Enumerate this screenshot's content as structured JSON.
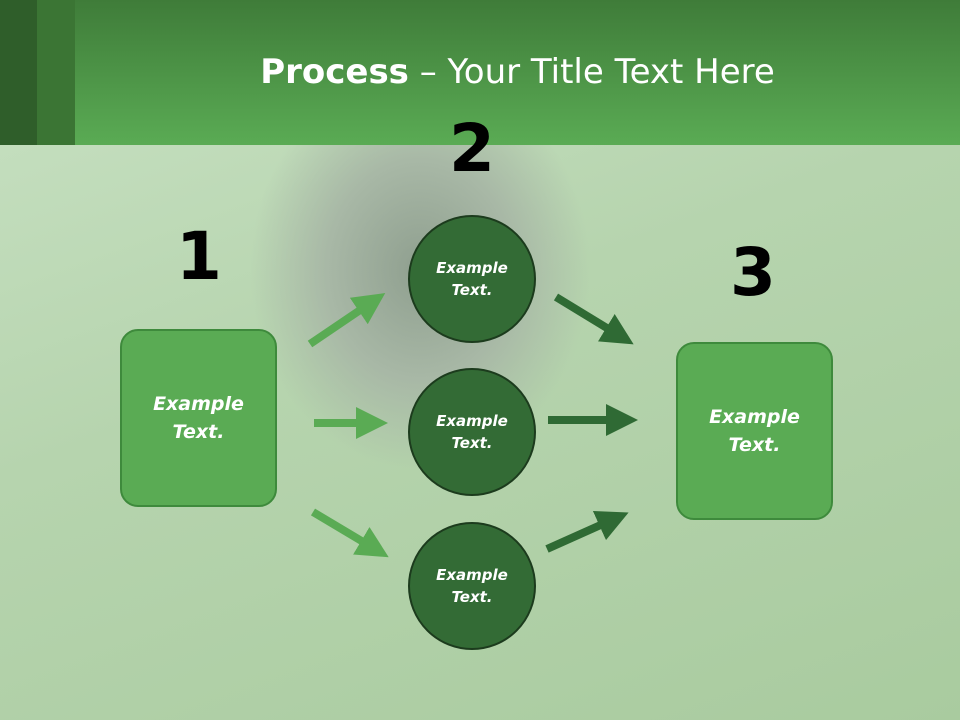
{
  "title": {
    "bold": "Process",
    "rest": " – Your Title Text Here"
  },
  "steps": {
    "n1": "1",
    "n2": "2",
    "n3": "3"
  },
  "left_box": "Example Text.",
  "right_box": "Example Text.",
  "circles": [
    "Example Text.",
    "Example Text.",
    "Example Text."
  ],
  "colors": {
    "header": "#5aab54",
    "box": "#5aab54",
    "circle": "#336b35",
    "arrow_light": "#5aab54",
    "arrow_dark": "#2f6a34"
  }
}
